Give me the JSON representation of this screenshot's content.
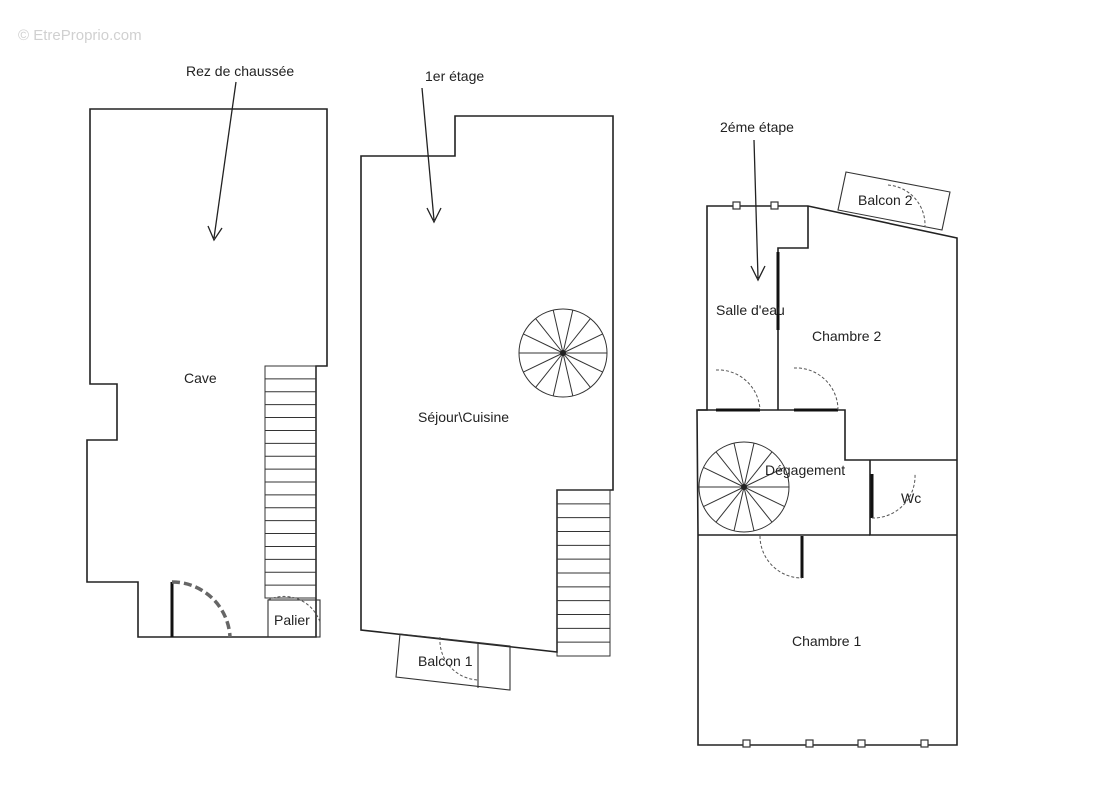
{
  "watermark": "© EtreProprio.com",
  "levels": {
    "ground": {
      "title": "Rez de chaussée",
      "rooms": {
        "cave": "Cave",
        "palier": "Palier"
      }
    },
    "first": {
      "title": "1er étage",
      "rooms": {
        "sejour": "Séjour\\Cuisine",
        "balcon1": "Balcon 1"
      }
    },
    "second": {
      "title": "2éme étape",
      "rooms": {
        "balcon2": "Balcon 2",
        "salle_eau": "Salle d'eau",
        "chambre2": "Chambre 2",
        "degagement": "Dégagement",
        "wc": "Wc",
        "chambre1": "Chambre 1"
      }
    }
  }
}
